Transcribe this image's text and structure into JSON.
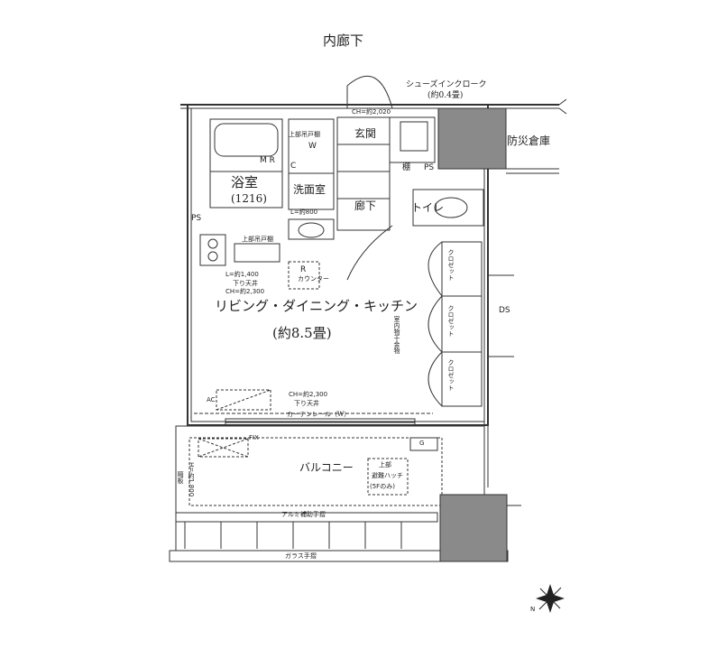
{
  "labels": {
    "corridor_outside": "内廊下",
    "shoes_closet": "シューズインクローク",
    "shoes_closet_size": "(約0.4畳)",
    "ch_entrance": "CH=約2,020",
    "storage": "防災倉庫",
    "entrance": "玄関",
    "shelf_entrance": "棚",
    "ps_entrance": "PS",
    "upper_shelf": "上部吊戸棚",
    "washer": "W",
    "mr": "M R",
    "c": "C",
    "bath": "浴室",
    "bath_size": "(1216)",
    "washroom": "洗面室",
    "ps_left": "PS",
    "l_800": "L=約800",
    "hallway": "廊下",
    "toilet": "トイレ",
    "ds": "DS",
    "upper_shelf_2": "上部吊戸棚",
    "l_1400": "L=約1,400",
    "drop_ceiling": "下り天井",
    "ch_2300": "CH=約2,300",
    "r": "R",
    "counter": "カウンター",
    "ldk": "リビング・ダイニング・キッチン",
    "ldk_size": "(約8.5畳)",
    "closet_1": "クロゼット",
    "closet_2": "クロゼット",
    "closet_3": "クロゼット",
    "hardware": "室内物干金物",
    "ac": "AC",
    "ch_2300_b": "CH=約2,300",
    "drop_ceiling_b": "下り天井",
    "curtain_rail": "カーテンレール（W）",
    "fix": "FIX",
    "balcony": "バルコニー",
    "upper_part": "上部",
    "escape_hatch": "避難ハッチ",
    "floor_only": "(5Fのみ)",
    "partition": "隔板",
    "h1800": "H=約1,800",
    "aluminum_rail": "アルミ補助手摺",
    "glass_rail": "ガラス手摺",
    "g": "G",
    "compass": "N"
  }
}
